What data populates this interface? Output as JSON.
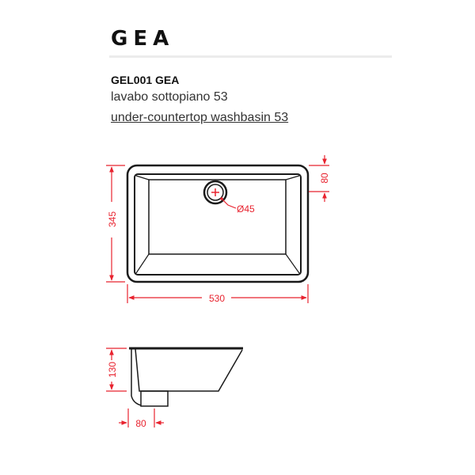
{
  "header": {
    "title": "GEA",
    "product_code": "GEL001 GEA",
    "description_it": "lavabo sottopiano 53",
    "description_en": "under-countertop washbasin 53"
  },
  "drawing": {
    "top_view": {
      "width_label": "530",
      "height_label": "345",
      "drain_offset_label": "80",
      "drain_diameter_label": "Ø45"
    },
    "side_view": {
      "height_label": "130",
      "drain_offset_label": "80"
    },
    "colors": {
      "outline": "#1a1a1a",
      "dimension": "#e8232f"
    }
  }
}
